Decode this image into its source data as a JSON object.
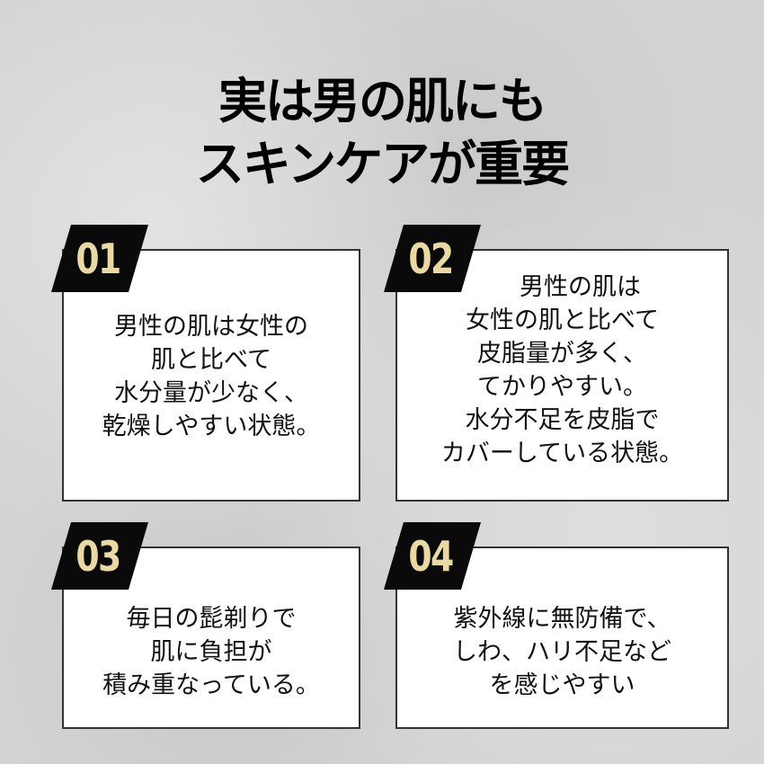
{
  "title": {
    "lines": [
      "実は男の肌にも",
      "スキンケアが重要"
    ]
  },
  "colors": {
    "background": "#d3d3d3",
    "badge_bg": "#0a0a0a",
    "badge_number": "#ead9a0",
    "card_bg": "#ffffff",
    "card_border": "#333333",
    "text": "#111111"
  },
  "cards": [
    {
      "number": "01",
      "lines": [
        "男性の肌は女性の",
        "肌と比べて",
        "水分量が少なく、",
        "乾燥しやすい状態。"
      ]
    },
    {
      "number": "02",
      "lines": [
        "男性の肌は",
        "女性の肌と比べて",
        "皮脂量が多く、",
        "てかりやすい。",
        "水分不足を皮脂で",
        "カバーしている状態。"
      ]
    },
    {
      "number": "03",
      "lines": [
        "毎日の髭剃りで",
        "肌に負担が",
        "積み重なっている。"
      ]
    },
    {
      "number": "04",
      "lines": [
        "紫外線に無防備で、",
        "しわ、ハリ不足など",
        "を感じやすい"
      ]
    }
  ]
}
